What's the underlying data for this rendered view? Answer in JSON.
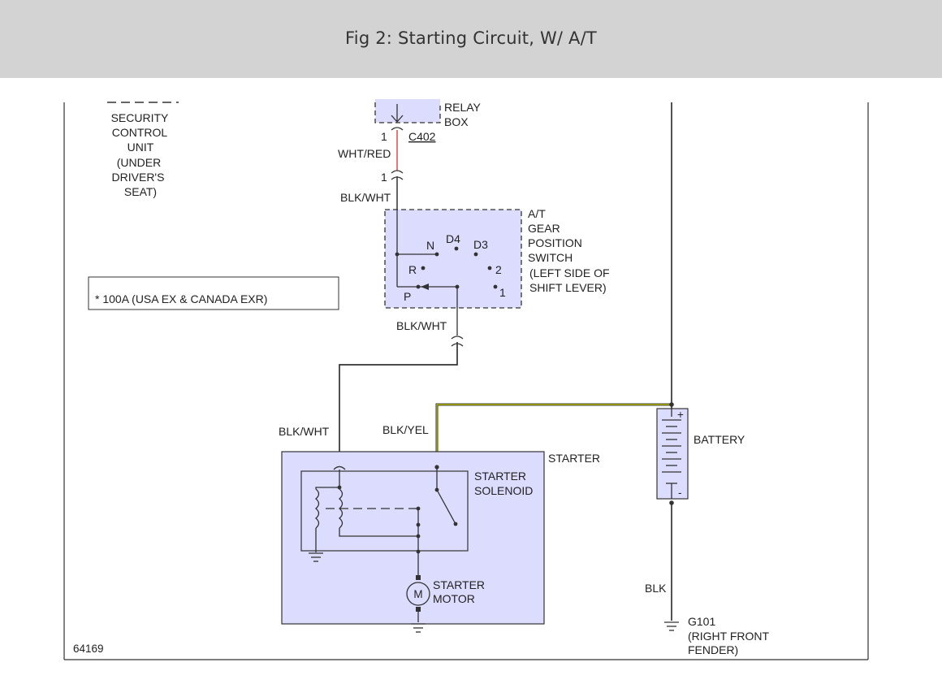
{
  "page_title": "Fig 2: Starting Circuit, W/ A/T",
  "colors": {
    "header_bg": "#d3d3d3",
    "component_fill": "#dcdcff",
    "wire": "#333333",
    "wire_wht_red": "#e04a4a",
    "wire_blk_yel": "#c8c800"
  },
  "labels": {
    "security_unit": [
      "SECURITY",
      "CONTROL",
      "UNIT",
      "(UNDER",
      "DRIVER'S",
      "SEAT)"
    ],
    "relay_box": [
      "RELAY",
      "BOX"
    ],
    "pin_top": "1",
    "connector_c402": "C402",
    "wire_wht_red": "WHT/RED",
    "pin_lower": "1",
    "wire_blk_wht_1": "BLK/WHT",
    "gear_switch": [
      "A/T",
      "GEAR",
      "POSITION",
      "SWITCH",
      "(LEFT SIDE OF",
      "SHIFT LEVER)"
    ],
    "gear_positions": {
      "N": "N",
      "D4": "D4",
      "D3": "D3",
      "R": "R",
      "two": "2",
      "P": "P",
      "one": "1"
    },
    "note": "* 100A (USA EX & CANADA EXR)",
    "wire_blk_wht_2": "BLK/WHT",
    "wire_blk_wht_3": "BLK/WHT",
    "wire_blk_yel": "BLK/YEL",
    "starter": "STARTER",
    "starter_solenoid": [
      "STARTER",
      "SOLENOID"
    ],
    "starter_motor": [
      "STARTER",
      "MOTOR"
    ],
    "motor_symbol": "M",
    "battery": "BATTERY",
    "battery_plus": "+",
    "battery_minus": "-",
    "wire_blk": "BLK",
    "ground_g101": [
      "G101",
      "(RIGHT FRONT",
      "FENDER)"
    ],
    "figure_number": "64169"
  }
}
